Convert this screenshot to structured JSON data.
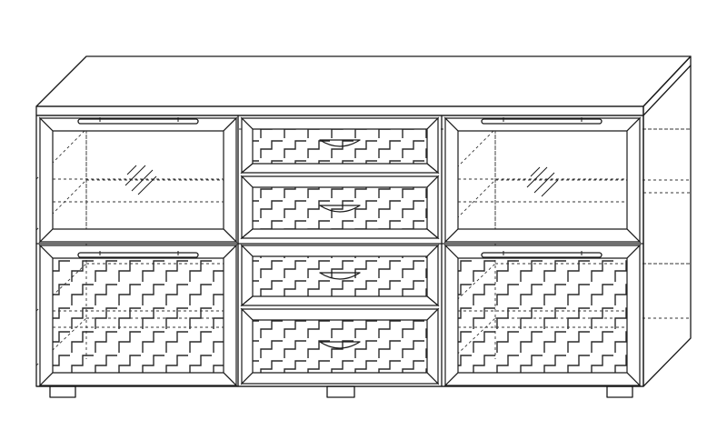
{
  "colors": {
    "line": "#1a1a1a",
    "background": "#ffffff",
    "pattern": "#2a2a2a"
  },
  "figure": {
    "subject": "sideboard-cabinet-line-drawing",
    "sections": [
      {
        "name": "left-column",
        "parts": [
          "glass-door",
          "patterned-door"
        ]
      },
      {
        "name": "center-column",
        "parts": [
          "drawer-1",
          "drawer-2",
          "drawer-3",
          "drawer-4"
        ]
      },
      {
        "name": "right-column",
        "parts": [
          "glass-door",
          "patterned-door"
        ]
      }
    ],
    "door_count": 4,
    "drawer_count": 4,
    "foot_count": 3
  }
}
